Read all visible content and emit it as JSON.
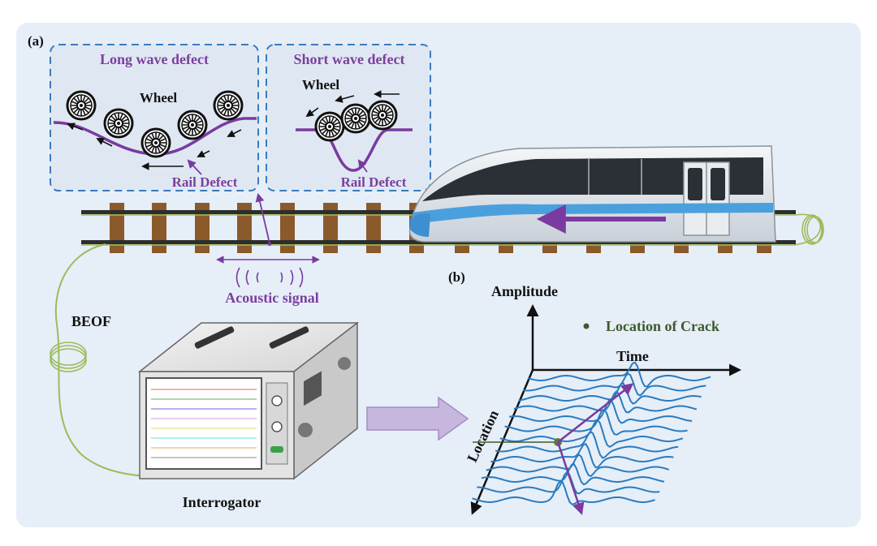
{
  "panels": {
    "a": "(a)",
    "b": "(b)"
  },
  "insets": {
    "long_wave": {
      "title": "Long wave defect",
      "wheel": "Wheel",
      "defect": "Rail Defect"
    },
    "short_wave": {
      "title": "Short wave defect",
      "wheel": "Wheel",
      "defect": "Rail Defect"
    }
  },
  "labels": {
    "acoustic": "Acoustic signal",
    "fiber": "BEOF",
    "interrogator": "Interrogator"
  },
  "plot": {
    "amplitude": "Amplitude",
    "time": "Time",
    "location": "Location",
    "legend": "Location of Crack"
  },
  "colors": {
    "background": "#e6eef8",
    "purple": "#7a3aa0",
    "title_purple": "#7b3f9e",
    "wave_blue": "#2a7bbf",
    "rail_green": "#9cbd5a",
    "tie_brown": "#8b5a2b",
    "train_stripe": "#4aa0dd",
    "crack_green": "#3d5a2a"
  },
  "icons": [
    "wheel-icon",
    "train-icon",
    "fiber-coil-icon",
    "interrogator-icon",
    "arrow-icon"
  ]
}
